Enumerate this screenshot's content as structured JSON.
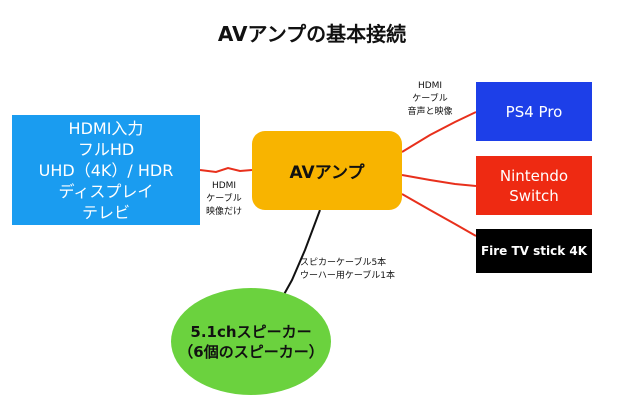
{
  "title": "AVアンプの基本接続",
  "nodes": {
    "tv": {
      "lines": [
        "HDMI入力",
        "フルHD",
        "UHD（4K）/ HDR",
        "ディスプレイ",
        "テレビ"
      ],
      "color": "#1a9cf0"
    },
    "amp": {
      "label": "AVアンプ",
      "color": "#f8b400"
    },
    "ps4": {
      "label": "PS4 Pro",
      "color": "#1d3fe8"
    },
    "switch": {
      "lines": [
        "Nintendo",
        "Switch"
      ],
      "color": "#ee2a12"
    },
    "firetv": {
      "label": "Fire TV stick 4K",
      "color": "#000000"
    },
    "speaker": {
      "lines": [
        "5.1chスピーカー",
        "（6個のスピーカー）"
      ],
      "color": "#6bd23e"
    }
  },
  "edge_labels": {
    "sources": [
      "HDMI",
      "ケーブル",
      "音声と映像"
    ],
    "display": [
      "HDMI",
      "ケーブル",
      "映像だけ"
    ],
    "speaker": [
      "スピカーケーブル5本",
      "ウーハー用ケーブル1本"
    ]
  },
  "colors": {
    "hdmi_wire": "#e8301c",
    "speaker_wire": "#111111"
  }
}
